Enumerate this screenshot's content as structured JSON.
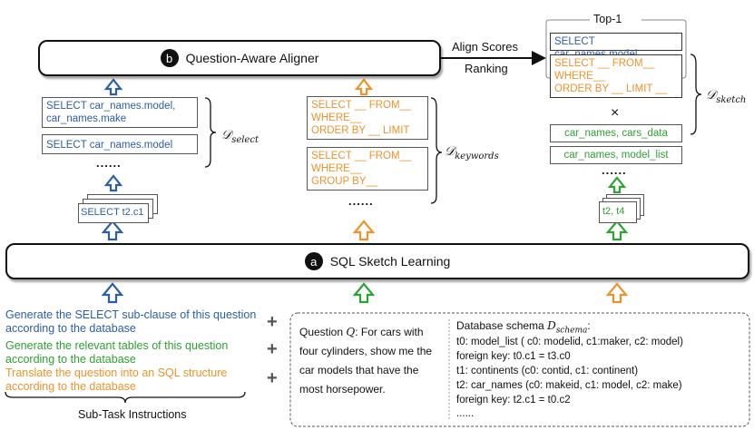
{
  "aligner": {
    "badge": "b",
    "title": "Question-Aware Aligner"
  },
  "learning": {
    "badge": "a",
    "title": "SQL Sketch Learning"
  },
  "edge_labels": {
    "align_scores": "Align Scores",
    "ranking": "Ranking"
  },
  "select_boxes": [
    "SELECT car_names.model,\ncar_names.make",
    "SELECT car_names.model"
  ],
  "select_card": "SELECT t2.c1",
  "keyword_boxes": [
    "SELECT __ FROM__\nWHERE__\nORDER BY __ LIMIT __",
    "SELECT __ FROM__\nWHERE__\nGROUP BY__"
  ],
  "schema_card": "t2, t4",
  "top1": {
    "label": "Top-1",
    "select": "SELECT car_names.model",
    "keywords": "SELECT __ FROM__\nWHERE__\nORDER BY __ LIMIT __",
    "times": "×"
  },
  "table_boxes": [
    "car_names, cars_data",
    "car_names, model_list"
  ],
  "dots": "......",
  "sets": {
    "select": {
      "symbol": "𝒟",
      "sub": "select"
    },
    "keywords": {
      "symbol": "𝒟",
      "sub": "keywords"
    },
    "sketch": {
      "symbol": "𝒟",
      "sub": "sketch"
    }
  },
  "instructions": [
    "Generate the SELECT sub-clause of this question according to the database",
    "Generate the relevant tables of this question according to the database",
    "Translate the question into an SQL structure according to the database"
  ],
  "instructions_caption": "Sub-Task Instructions",
  "plus": "+",
  "question": {
    "prefix": "Question ",
    "symbol": "Q",
    "text": ": For cars with four cylinders, show me the car models that have the most horsepower."
  },
  "schema": {
    "label": "Database schema ",
    "symbol": "D",
    "sub": "schema",
    "colon": ":",
    "lines": [
      "t0: model_list ( c0: modelid, c1:maker, c2: model)",
      "foreign key: t0.c1 = t3.c0",
      "t1: continents (c0: contid, c1: continent)",
      "t2: car_names (c0: makeid, c1: model, c2: make)",
      "foreign key: t2.c1 = t0.c2",
      "......"
    ]
  },
  "colors": {
    "blue": "#2c5ea8",
    "orange": "#f0922b",
    "green": "#2fa133"
  }
}
